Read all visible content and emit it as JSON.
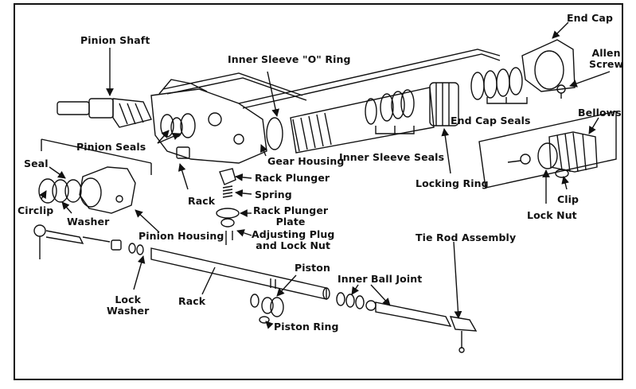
{
  "diagram": {
    "labels": {
      "pinion_shaft": "Pinion Shaft",
      "pinion_seals": "Pinion Seals",
      "seal": "Seal",
      "circlip": "Circlip",
      "washer": "Washer",
      "pinion_housing": "Pinion Housing",
      "rack_upper": "Rack",
      "inner_sleeve_o_ring": "Inner Sleeve \"O\" Ring",
      "gear_housing": "Gear Housing",
      "rack_plunger": "Rack Plunger",
      "spring": "Spring",
      "rack_plunger_plate_1": "Rack Plunger",
      "rack_plunger_plate_2": "Plate",
      "adjusting_plug_1": "Adjusting Plug",
      "adjusting_plug_2": "and Lock Nut",
      "inner_sleeve_seals": "Inner Sleeve Seals",
      "locking_ring": "Locking Ring",
      "end_cap": "End Cap",
      "allen_screw_1": "Allen",
      "allen_screw_2": "Screw",
      "end_cap_seals": "End Cap Seals",
      "bellows": "Bellows",
      "clip": "Clip",
      "lock_nut": "Lock Nut",
      "tie_rod_assembly": "Tie Rod Assembly",
      "lock_washer_1": "Lock",
      "lock_washer_2": "Washer",
      "rack_lower": "Rack",
      "piston": "Piston",
      "inner_ball_joint": "Inner Ball Joint",
      "piston_ring": "Piston Ring"
    },
    "colors": {
      "ink": "#111111",
      "background": "#ffffff"
    }
  }
}
